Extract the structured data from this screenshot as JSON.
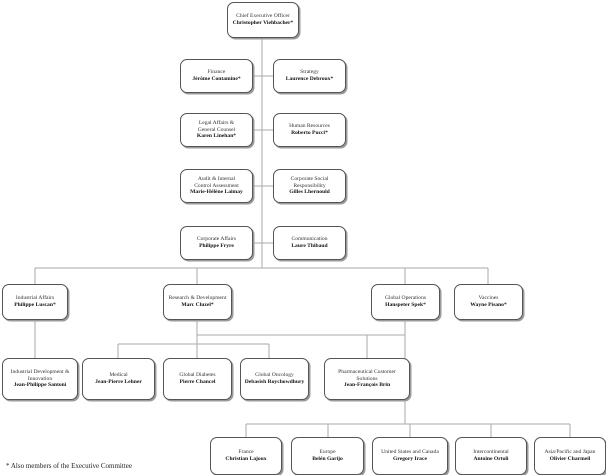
{
  "nodes": [
    {
      "id": "ceo",
      "lines": [
        "Chief Executive Officer"
      ],
      "name": "Christopher Viehbacher*"
    },
    {
      "id": "finance",
      "lines": [
        "Finance"
      ],
      "name": "Jérôme Contamine*"
    },
    {
      "id": "strategy",
      "lines": [
        "Strategy"
      ],
      "name": "Laurence Debroux*"
    },
    {
      "id": "legal",
      "lines": [
        "Legal Affairs &",
        "General Counsel"
      ],
      "name": "Karen Linehan*"
    },
    {
      "id": "hr",
      "lines": [
        "Human Resources"
      ],
      "name": "Roberto Pucci*"
    },
    {
      "id": "audit",
      "lines": [
        "Audit & Internal",
        "Control Assessment"
      ],
      "name": "Marie-Hélène Laimay"
    },
    {
      "id": "csr",
      "lines": [
        "Corporate Social",
        "Responsibility"
      ],
      "name": "Gilles Lhernould"
    },
    {
      "id": "corpaff",
      "lines": [
        "Corporate Affairs"
      ],
      "name": "Philippe Fryre"
    },
    {
      "id": "comm",
      "lines": [
        "Communication"
      ],
      "name": "Laure Thibaud"
    },
    {
      "id": "indaff",
      "lines": [
        "Industrial Affairs"
      ],
      "name": "Philippe Luscan*"
    },
    {
      "id": "rd",
      "lines": [
        "Research & Development"
      ],
      "name": "Marc Cluzel*"
    },
    {
      "id": "globops",
      "lines": [
        "Global Operations"
      ],
      "name": "Hanspeter Spek*"
    },
    {
      "id": "vaccines",
      "lines": [
        "Vaccines"
      ],
      "name": "Wayne Pisano*"
    },
    {
      "id": "inddev",
      "lines": [
        "Industrial Development &",
        "Innovation"
      ],
      "name": "Jean-Philippe Santoni"
    },
    {
      "id": "medical",
      "lines": [
        "Medical"
      ],
      "name": "Jean-Pierre Lehner"
    },
    {
      "id": "diabetes",
      "lines": [
        "Global Diabetes"
      ],
      "name": "Pierre Chancel"
    },
    {
      "id": "oncology",
      "lines": [
        "Global Oncology"
      ],
      "name": "Debasish Roychowdhury"
    },
    {
      "id": "pharma",
      "lines": [
        "Pharmaceutical Customer",
        "Solutions"
      ],
      "name": "Jean-François Brin"
    },
    {
      "id": "france",
      "lines": [
        "France"
      ],
      "name": "Christian Lajoux"
    },
    {
      "id": "europe",
      "lines": [
        "Europe"
      ],
      "name": "Belén Garijo"
    },
    {
      "id": "usc",
      "lines": [
        "United States and Canada"
      ],
      "name": "Gregory Irace"
    },
    {
      "id": "intercon",
      "lines": [
        "Intercontinental"
      ],
      "name": "Antoine Ortoli"
    },
    {
      "id": "apj",
      "lines": [
        "Asia/Pacific and Japan"
      ],
      "name": "Olivier Charmeil"
    }
  ],
  "footnote": "* Also members of the Executive Committee",
  "colors": {
    "box_border": "#555555",
    "connector": "#aaaaaa",
    "shadow": "#9a9a9a"
  }
}
